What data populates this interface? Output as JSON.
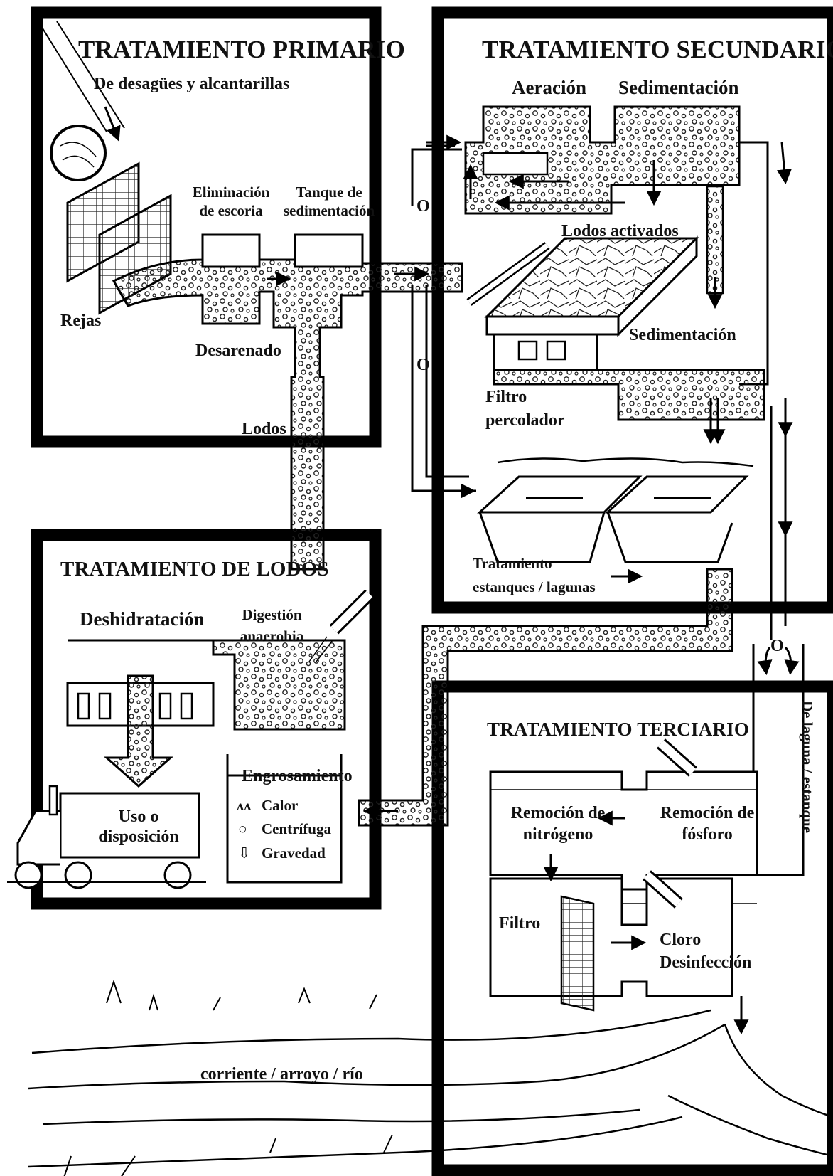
{
  "sections": {
    "primary": {
      "title": "TRATAMIENTO PRIMARIO",
      "inlet": "De desagües y alcantarillas",
      "screens": "Rejas",
      "grit_removal_l1": "Eliminación",
      "grit_removal_l2": "de escoria",
      "settling_tank_l1": "Tanque de",
      "settling_tank_l2": "sedimentación",
      "degritting": "Desarenado",
      "sludge": "Lodos",
      "or_1": "O",
      "or_2": "O"
    },
    "secondary": {
      "title": "TRATAMIENTO SECUNDARIO",
      "aeration": "Aeración",
      "sedimentation_top": "Sedimentación",
      "activated_sludge": "Lodos activados",
      "sedimentation_mid": "Sedimentación",
      "trickling_filter_l1": "Filtro",
      "trickling_filter_l2": "percolador",
      "ponds_l1": "Tratamiento",
      "ponds_l2": "estanques / lagunas"
    },
    "sludge": {
      "title": "TRATAMIENTO DE LODOS",
      "dewatering": "Deshidratación",
      "digestion_l1": "Digestión",
      "digestion_l2": "anaerobia",
      "thickening": "Engrosamiento",
      "heat": "Calor",
      "centrifuge": "Centrífuga",
      "gravity": "Gravedad",
      "use_l1": "Uso o",
      "use_l2": "disposición"
    },
    "tertiary": {
      "title": "TRATAMIENTO TERCIARIO",
      "or": "O",
      "from_pond": "De laguna / estanque",
      "nitrogen_l1": "Remoción de",
      "nitrogen_l2": "nitrógeno",
      "phosphorus_l1": "Remoción de",
      "phosphorus_l2": "fósforo",
      "filter": "Filtro",
      "chlorine": "Cloro",
      "disinfection": "Desinfección"
    },
    "river": {
      "label": "corriente / arroyo / río"
    }
  }
}
